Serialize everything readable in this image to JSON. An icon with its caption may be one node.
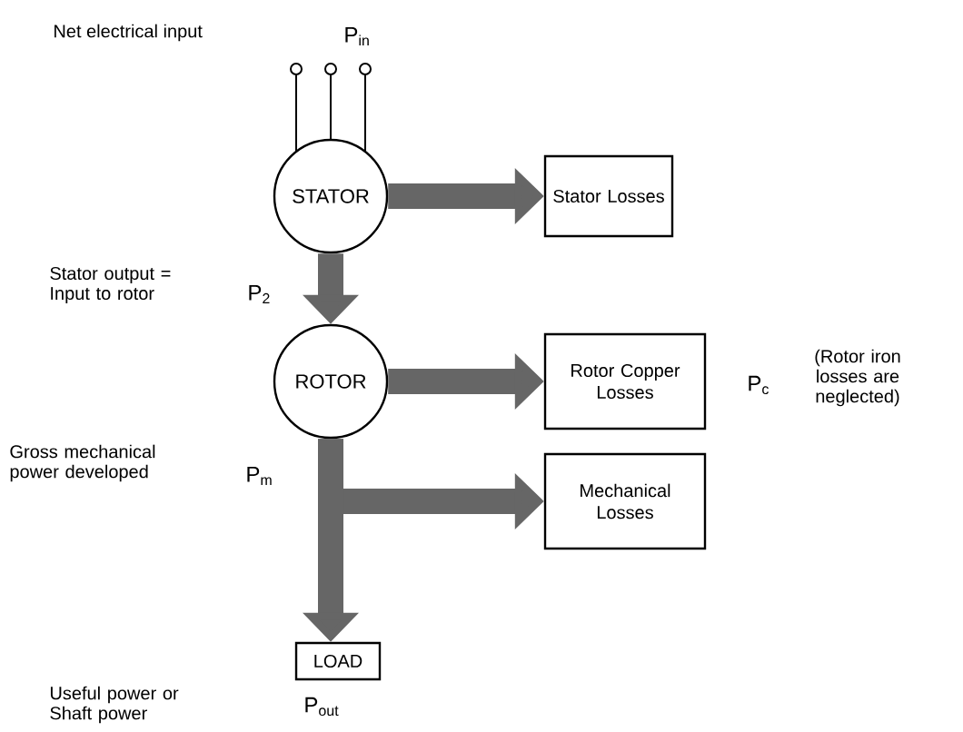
{
  "diagram": {
    "nodes": [
      {
        "text": [
          "STATOR"
        ]
      },
      {
        "text": [
          "Stator Losses"
        ]
      },
      {
        "text": [
          "ROTOR"
        ]
      },
      {
        "text": [
          "Rotor Copper Losses"
        ]
      },
      {
        "text": [
          "Mechanical Losses"
        ]
      },
      {
        "text": [
          "LOAD"
        ]
      }
    ],
    "edges": [
      {
        "from": 0,
        "to": 1,
        "arrow": "to"
      },
      {
        "from": 0,
        "to": 2,
        "arrow": "to"
      },
      {
        "from": 2,
        "to": 3,
        "arrow": "to"
      },
      {
        "from": 2,
        "to": 4,
        "arrow": "to"
      },
      {
        "from": 2,
        "to": 5,
        "arrow": "to"
      }
    ],
    "labels": [
      "Net electrical input",
      "P$_{in}$",
      "Stator output = Input to rotor",
      "P$_{2}$",
      "Gross mechanical power developed",
      "P$_{m}$",
      "P$_{c}$",
      "(Rotor iron losses are neglected)",
      "Useful power or Shaft power",
      "P$_{out}$"
    ]
  }
}
